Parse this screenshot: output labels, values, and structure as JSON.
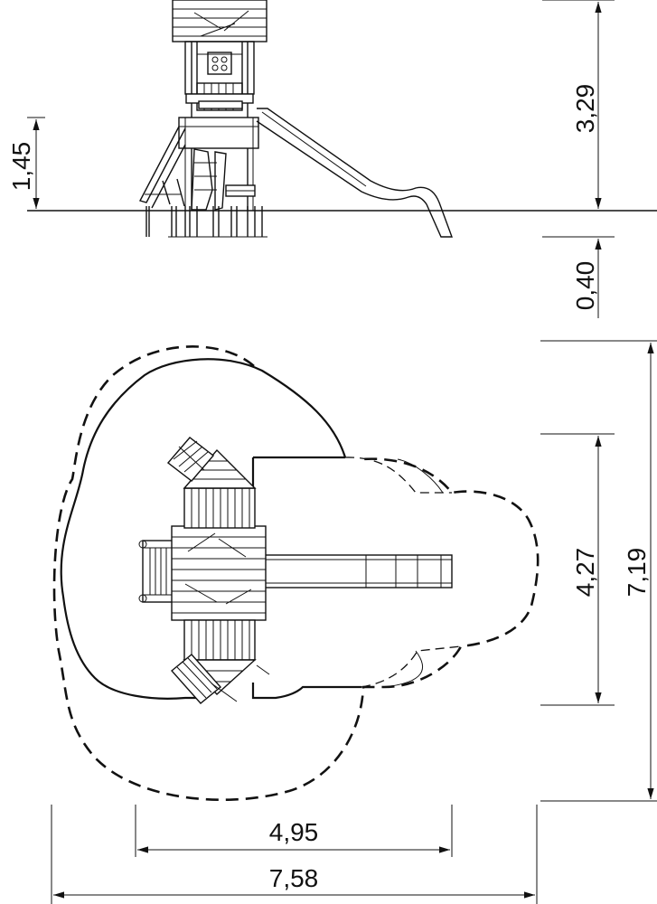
{
  "dimensions": {
    "tower_height": "3,29",
    "platform_height": "1,45",
    "foundation_depth": "0,40",
    "equipment_depth": "4,27",
    "safety_depth": "7,19",
    "equipment_width": "4,95",
    "safety_width": "7,58"
  }
}
